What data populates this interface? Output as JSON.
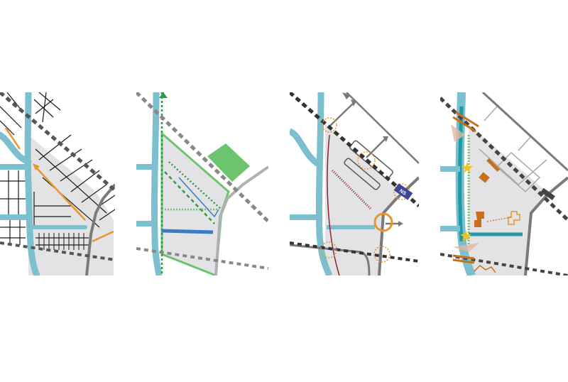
{
  "title": "",
  "colors": {
    "water": "#7cbfcf",
    "water_dark": "#1f9aa6",
    "area": "#e3e3e5",
    "area_edge": "#c8c8ca",
    "railway": "#555555",
    "road": "#7a7a7a",
    "grid": "#1a1a1a",
    "orange": "#e8962c",
    "green": "#6cc46e",
    "green_dark": "#2e9a4a",
    "blue_line": "#3a7cc4",
    "star": "#f0c020",
    "ns_badge": "#3c4796",
    "heritage": "#c8701e",
    "wine": "#8a2232"
  },
  "panels": [
    {
      "id": "existing-structure",
      "icons": [
        "street-grid",
        "orange-route-arrow",
        "railway",
        "canal"
      ]
    },
    {
      "id": "green-structure",
      "icons": [
        "green-block",
        "green-arrow",
        "dotted-green-path",
        "blue-canal-strip"
      ]
    },
    {
      "id": "mobility",
      "icons": [
        "road-arrows",
        "station-platforms",
        "crossing-circle",
        "bus-badge"
      ]
    },
    {
      "id": "program",
      "icons": [
        "bridge",
        "star-marker",
        "heritage-buildings",
        "gateway-fan"
      ]
    }
  ],
  "labels": {
    "station_badge": "NS"
  }
}
